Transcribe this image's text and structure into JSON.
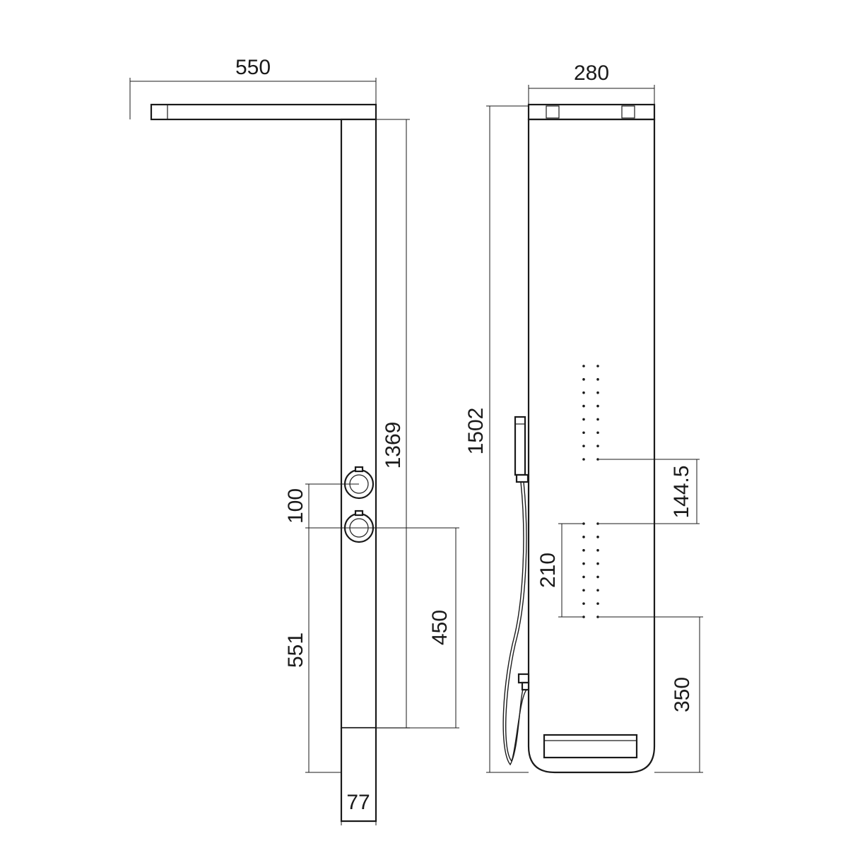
{
  "dimensions": {
    "width_top": "550",
    "width_front": "280",
    "height_column": "1369",
    "height_total": "1502",
    "valve_spacing": "100",
    "valve_to_bottom": "551",
    "valve_to_step": "450",
    "depth_bottom": "77",
    "jet_spacing": "144.5",
    "jet_group_height": "210",
    "jets_to_bottom": "350"
  }
}
